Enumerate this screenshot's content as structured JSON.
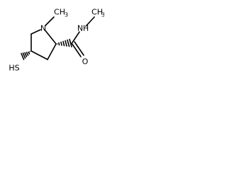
{
  "structure": {
    "atoms": {
      "ring_nitrogen": "N",
      "n_methyl_carbon": "CH",
      "n_methyl_subscript": "3",
      "amide_nitrogen": "N",
      "amide_hydrogen": "H",
      "amide_methyl_carbon": "CH",
      "amide_methyl_subscript": "3",
      "carbonyl_oxygen": "O",
      "thiol_group": "HS"
    },
    "stereo": {
      "c2_bond_to_carbonyl": "hashed-wedge",
      "c4_bond_to_thiol": "hashed-wedge"
    },
    "colors": {
      "bond": "#000000",
      "label": "#000000",
      "background": "#ffffff"
    }
  }
}
